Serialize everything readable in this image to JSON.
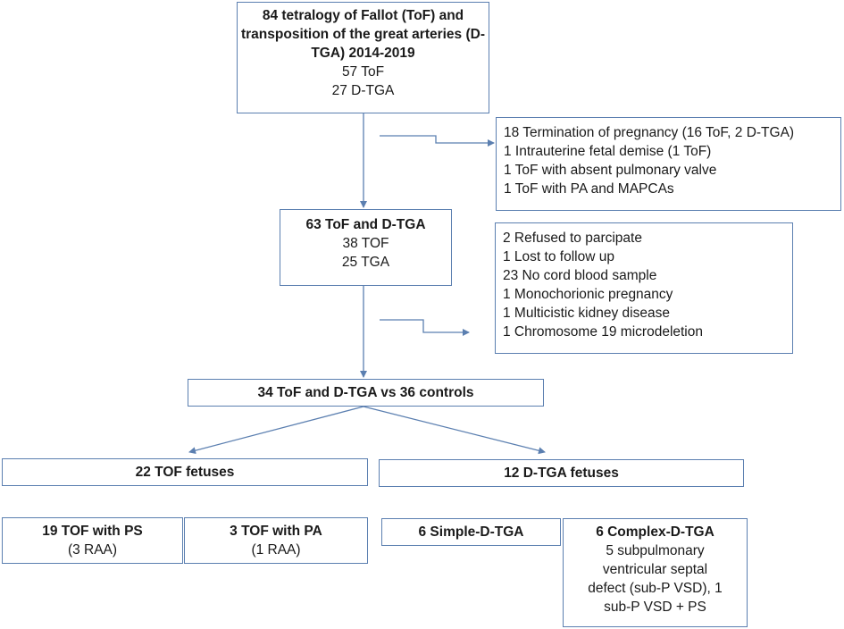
{
  "boxes": {
    "total": {
      "title": "84 tetralogy of Fallot (ToF) and transposition of the great arteries (D-TGA) 2014-2019",
      "lines": [
        "57 ToF",
        "27 D-TGA"
      ]
    },
    "excluded1": {
      "lines": [
        "18 Termination of pregnancy (16 ToF, 2 D-TGA)",
        "1 Intrauterine fetal demise (1 ToF)",
        "1 ToF with absent pulmonary valve",
        "1 ToF with PA and MAPCAs"
      ]
    },
    "cohort63": {
      "title": "63 ToF and D-TGA",
      "lines": [
        "38 TOF",
        "25 TGA"
      ]
    },
    "excluded2": {
      "lines": [
        "2 Refused to parcipate",
        "1 Lost to follow up",
        "23 No cord blood sample",
        "1 Monochorionic pregnancy",
        "1 Multicistic kidney disease",
        "1 Chromosome 19 microdeletion"
      ]
    },
    "final": {
      "title": "34 ToF and D-TGA vs 36 controls"
    },
    "tof": {
      "title": "22 TOF fetuses"
    },
    "dtga": {
      "title": "12 D-TGA  fetuses"
    },
    "tof_ps": {
      "title": "19 TOF with PS",
      "lines": [
        "(3 RAA)"
      ]
    },
    "tof_pa": {
      "title": "3 TOF with PA",
      "lines": [
        "(1 RAA)"
      ]
    },
    "simple": {
      "title": "6 Simple-D-TGA"
    },
    "complex": {
      "title": "6 Complex-D-TGA",
      "lines": [
        "5 subpulmonary",
        "ventricular septal",
        "defect (sub-P VSD), 1",
        "sub-P VSD + PS"
      ]
    }
  },
  "colors": {
    "line": "#5b7fb0",
    "border": "#5b7fb0",
    "text": "#1a1a1a"
  }
}
